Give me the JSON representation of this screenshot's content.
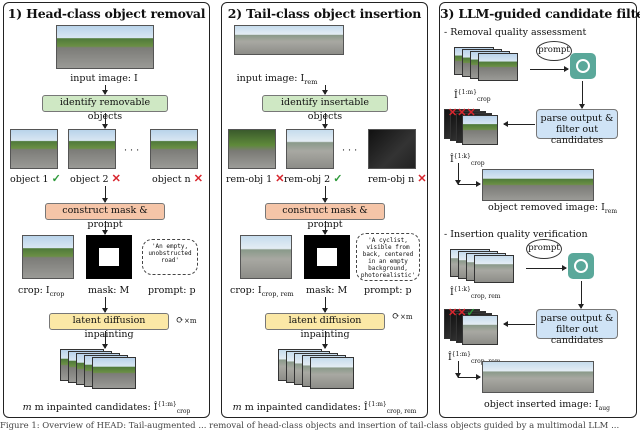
{
  "panel1": {
    "title": "1) Head-class object removal",
    "input_label": "input image: I",
    "step1": "identify removable objects",
    "obj1": "object 1",
    "obj2": "object 2",
    "objn": "object n",
    "dots": "· · ·",
    "step2": "construct mask & prompt",
    "crop_label": "crop: I",
    "crop_sub": "crop",
    "mask_label": "mask: M",
    "prompt_label": "prompt: p",
    "prompt_text": "'An empty, unobstructed road'",
    "step3": "latent diffusion inpainting",
    "xm": "×m",
    "out_label": "m inpainted candidates: Î",
    "out_sup": "{1:m}",
    "out_sub": "crop"
  },
  "panel2": {
    "title": "2) Tail-class object insertion",
    "input_label": "input image: I",
    "input_sub": "rem",
    "step1": "identify insertable objects",
    "obj1": "rem-obj 1",
    "obj2": "rem-obj 2",
    "objn": "rem-obj n",
    "dots": "· · ·",
    "step2": "construct mask & prompt",
    "crop_label": "crop: I",
    "crop_sub": "crop, rem",
    "mask_label": "mask: M",
    "prompt_label": "prompt: p",
    "prompt_text": "'A cyclist, visible from back, centered in an empty background, photorealistic'",
    "step3": "latent diffusion inpainting",
    "xm": "×m",
    "out_label": "m inpainted candidates: Î",
    "out_sup": "{1:m}",
    "out_sub": "crop, rem"
  },
  "panel3": {
    "title": "3) LLM-guided candidate filtering",
    "sec1": "- Removal quality assessment",
    "prompt_bubble": "prompt",
    "stack1_label": "Î",
    "stack1_sup": "{1:m}",
    "stack1_sub": "crop",
    "parse1": "parse output & filter out candidates",
    "stack2_label": "Î",
    "stack2_sup": "{1:k}",
    "stack2_sub": "crop",
    "result1": "object removed image: I",
    "result1_sub": "rem",
    "sec2": "- Insertion quality verification",
    "stack3_label": "Î",
    "stack3_sup": "{1:k}",
    "stack3_sub": "crop, rem",
    "parse2": "parse output & filter out candidates",
    "stack4_label": "Î",
    "stack4_sup": "{1:m}",
    "stack4_sub": "crop, rem",
    "result2": "object inserted image: I",
    "result2_sub": "aug"
  },
  "caption": "Figure 1: Overview of HEAD: Tail-augmented ... removal of head-class objects and insertion of tail-class objects guided by a multimodal LLM ...",
  "colors": {
    "identify": "#cfe8c4",
    "construct": "#f5c5a8",
    "diffusion": "#fbe8a6",
    "parse": "#cfe3f6",
    "check": "#2e9a3a",
    "cross": "#d8262e"
  }
}
